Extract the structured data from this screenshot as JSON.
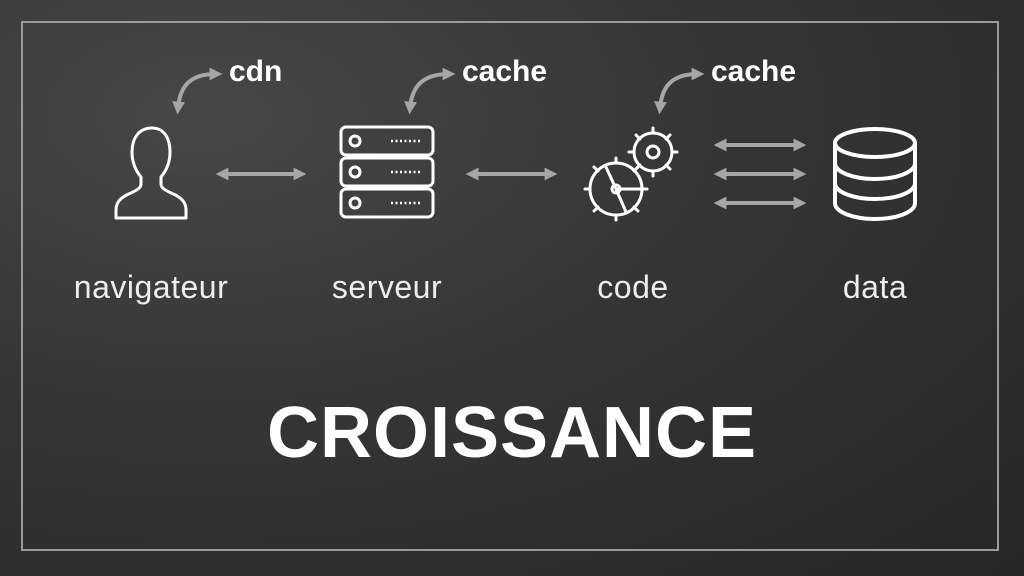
{
  "nodes": [
    {
      "id": "navigateur",
      "label": "navigateur",
      "icon": "user-icon"
    },
    {
      "id": "serveur",
      "label": "serveur",
      "icon": "server-icon"
    },
    {
      "id": "code",
      "label": "code",
      "icon": "gears-icon"
    },
    {
      "id": "data",
      "label": "data",
      "icon": "database-icon"
    }
  ],
  "caches": [
    {
      "label": "cdn",
      "target": "navigateur"
    },
    {
      "label": "cache",
      "target": "serveur"
    },
    {
      "label": "cache",
      "target": "code"
    }
  ],
  "title": "CROISSANCE",
  "colors": {
    "background": "#333333",
    "frame": "#9a9a9a",
    "icon": "#ffffff",
    "arrow": "#a6a6a6",
    "text": "#ffffff"
  }
}
